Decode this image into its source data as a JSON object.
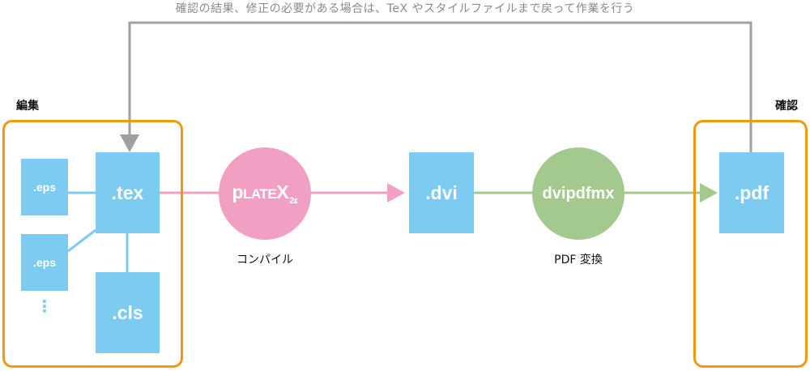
{
  "feedback_note": "確認の結果、修正の必要がある場合は、TeX やスタイルファイルまで戻って作業を行う",
  "groups": {
    "edit": {
      "label": "編集"
    },
    "check": {
      "label": "確認"
    }
  },
  "files": {
    "eps_top": ".eps",
    "eps_bottom": ".eps",
    "more": "⋮",
    "tex": ".tex",
    "cls": ".cls",
    "dvi": ".dvi",
    "pdf": ".pdf"
  },
  "tools": {
    "platex": {
      "p": "p",
      "la": "LA",
      "te": "TE",
      "x": "X",
      "sub": "2ε",
      "caption": "コンパイル"
    },
    "dvipdfmx": {
      "label": "dvipdfmx",
      "caption": "PDF 変換"
    }
  },
  "colors": {
    "file_box": "#7ecbf2",
    "group_border": "#f0990f",
    "platex": "#f29fc4",
    "dvipdfmx": "#a4c98f",
    "feedback_arrow": "#a0a0a0"
  }
}
